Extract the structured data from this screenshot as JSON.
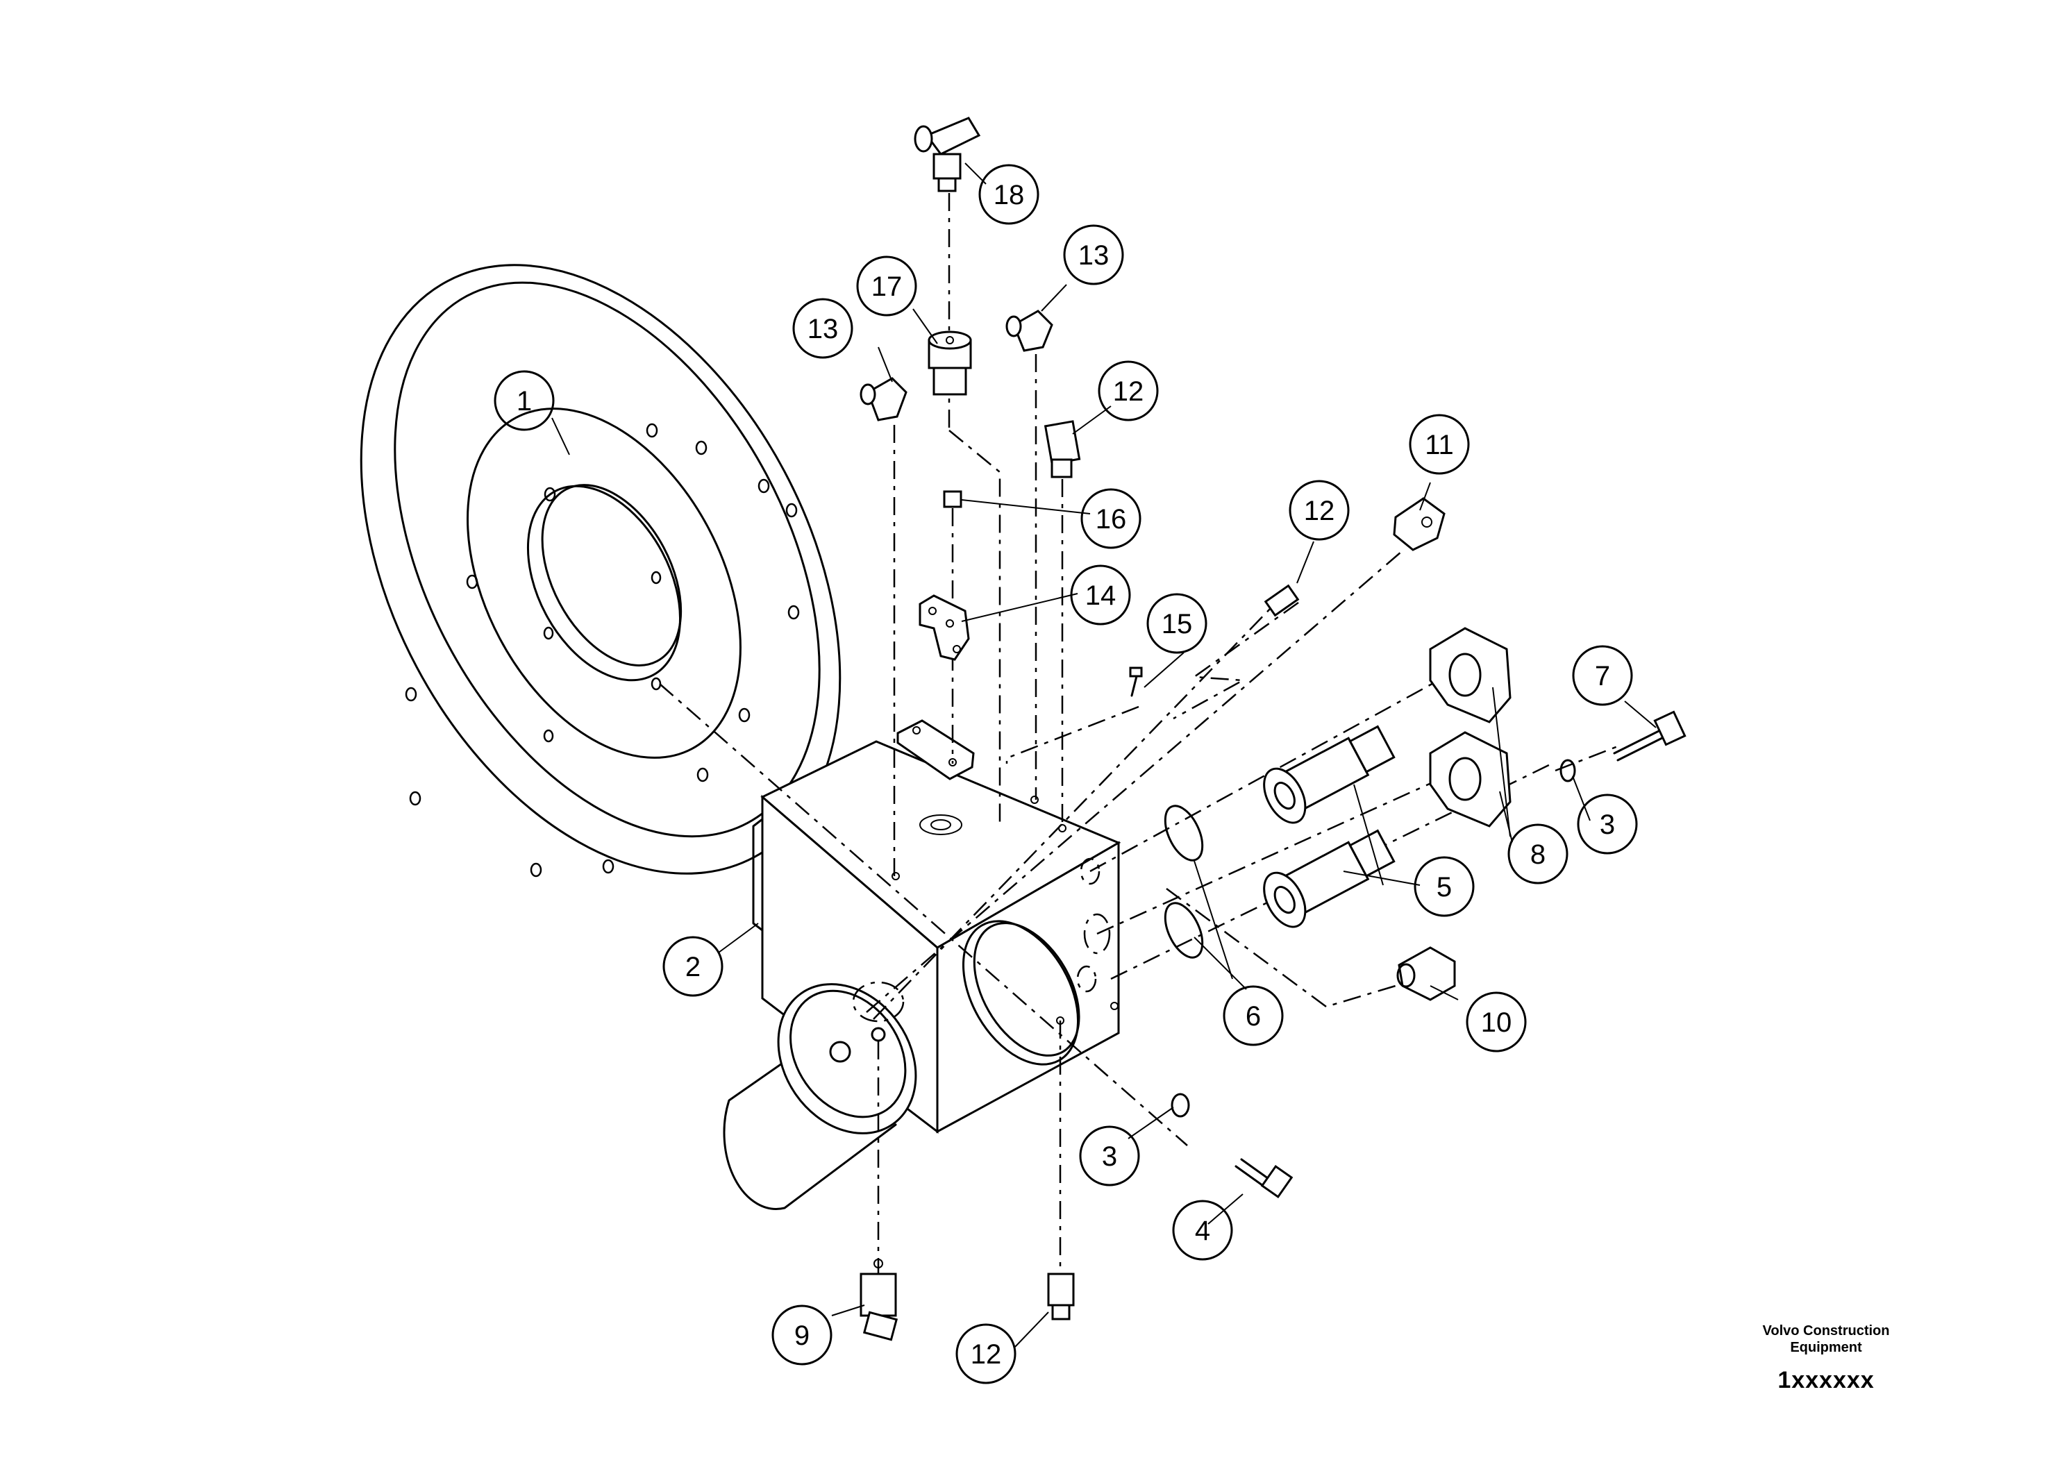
{
  "diagram": {
    "callouts": [
      "1",
      "2",
      "3",
      "3",
      "4",
      "5",
      "5",
      "6",
      "6",
      "7",
      "8",
      "8",
      "9",
      "10",
      "11",
      "12",
      "12",
      "12",
      "13",
      "13",
      "14",
      "15",
      "16",
      "17",
      "18"
    ]
  },
  "credit": {
    "line1": "Volvo Construction",
    "line2": "Equipment",
    "drawing_number": "1xxxxxx"
  }
}
